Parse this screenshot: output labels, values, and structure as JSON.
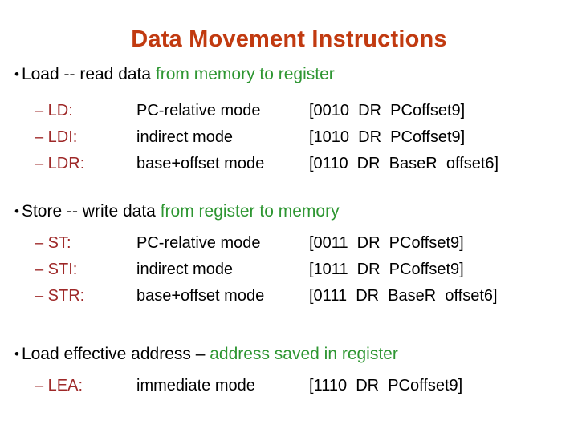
{
  "slide": {
    "title": "Data Movement Instructions",
    "bullet_glyph": "•",
    "colors": {
      "background": "#FFFFFF",
      "title": "#C13A10",
      "mnemonic_red": "#9E2828",
      "highlight_green": "#2E9632",
      "body_text": "#000000"
    },
    "sections": [
      {
        "lead_black": "Load -- read data ",
        "lead_green": "from memory to register",
        "rows": [
          {
            "mnemonic": "– LD:",
            "mode": "PC-relative mode",
            "encoding": "[0010  DR  PCoffset9]"
          },
          {
            "mnemonic": "– LDI:",
            "mode": "indirect mode",
            "encoding": "[1010  DR  PCoffset9]"
          },
          {
            "mnemonic": "– LDR:",
            "mode": "base+offset mode",
            "encoding": "[0110  DR  BaseR  offset6]"
          }
        ]
      },
      {
        "lead_black": "Store -- write data ",
        "lead_green": "from register to memory",
        "rows": [
          {
            "mnemonic": "– ST:",
            "mode": "PC-relative mode",
            "encoding": "[0011  DR  PCoffset9]"
          },
          {
            "mnemonic": "– STI:",
            "mode": "indirect mode",
            "encoding": "[1011  DR  PCoffset9]"
          },
          {
            "mnemonic": "– STR:",
            "mode": "base+offset mode",
            "encoding": "[0111  DR  BaseR  offset6]"
          }
        ]
      },
      {
        "lead_black": "Load effective address – ",
        "lead_green": "address saved in register",
        "rows": [
          {
            "mnemonic": "– LEA:",
            "mode": "immediate mode",
            "encoding": "[1110  DR  PCoffset9]"
          }
        ]
      }
    ]
  }
}
